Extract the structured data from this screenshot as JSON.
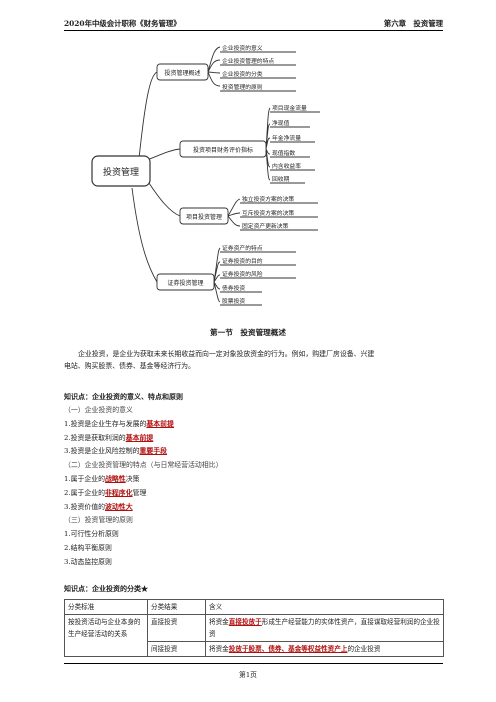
{
  "header": {
    "left": "2020年中级会计职称《财务管理》",
    "right": "第六章　投资管理"
  },
  "mindmap": {
    "root": "投资管理",
    "branches": [
      {
        "label": "投资管理概述",
        "children": [
          "企业投资的意义",
          "企业投资管理的特点",
          "企业投资的分类",
          "投资管理的原则"
        ]
      },
      {
        "label": "投资项目财务评价指标",
        "children": [
          "项目现金流量",
          "净现值",
          "年金净流量",
          "现值指数",
          "内含收益率",
          "回收期"
        ]
      },
      {
        "label": "项目投资管理",
        "children": [
          "独立投资方案的决策",
          "互斥投资方案的决策",
          "固定资产更新决策"
        ]
      },
      {
        "label": "证券投资管理",
        "children": [
          "证券资产的特点",
          "证券投资的目的",
          "证券投资的风险",
          "债券投资",
          "股票投资"
        ]
      }
    ]
  },
  "section_title": "第一节　投资管理概述",
  "intro": {
    "line1": "企业投资，是企业为获取未来长期收益而向一定对象投放资金的行为。例如，购建厂房设备、兴建",
    "line2": "电站、购买股票、债券、基金等经济行为。"
  },
  "kp1": {
    "title": "知识点：企业投资的意义、特点和原则",
    "s1": "（一）企业投资的意义",
    "i1_pre": "1.投资是企业生存与发展的",
    "i1_hl": "基本前提",
    "i2_pre": "2.投资是获取利润的",
    "i2_hl": "基本前提",
    "i3_pre": "3.投资是企业风险控制的",
    "i3_hl": "重要手段",
    "s2": "（二）企业投资管理的特点（与日常经营活动相比）",
    "j1_pre": "1.属于企业的",
    "j1_hl": "战略性",
    "j1_post": "决策",
    "j2_pre": "2.属于企业的",
    "j2_hl": "非程序化",
    "j2_post": "管理",
    "j3_pre": "3.投资价值的",
    "j3_hl": "波动性大",
    "s3": "（三）投资管理的原则",
    "k1": "1.可行性分析原则",
    "k2": "2.结构平衡原则",
    "k3": "3.动态监控原则"
  },
  "kp2": {
    "title": "知识点：企业投资的分类★"
  },
  "table": {
    "h1": "分类标准",
    "h2": "分类结果",
    "h3": "含义",
    "r_std": "按投资活动与企业本身的生产经营活动的关系",
    "r1_res": "直接投资",
    "r1_pre": "将资金",
    "r1_hl": "直接投放于",
    "r1_post": "形成生产经营能力的实体性资产，直接谋取经营利润的企业投资",
    "r2_res": "间接投资",
    "r2_pre": "将资金",
    "r2_hl": "投放于股票、债券、基金等权益性资产上",
    "r2_post": "的企业投资"
  },
  "footer": "第1页"
}
